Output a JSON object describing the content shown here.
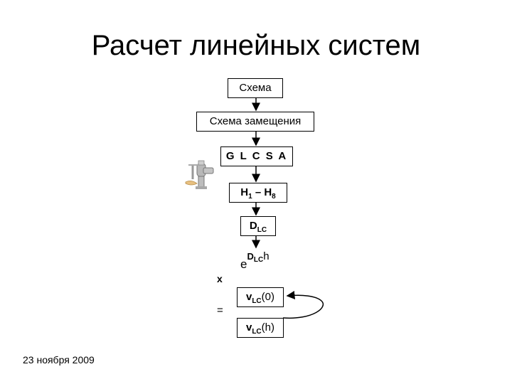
{
  "title": "Расчет линейных систем",
  "date": "23 ноября 2009",
  "diagram": {
    "box_scheme": "Схема",
    "box_equivalent": "Схема замещения",
    "box_glcsa": "G L C S A",
    "box_h": {
      "main": "H",
      "sub1": "1",
      "dash": " – H",
      "sub2": "8"
    },
    "box_dlc": {
      "main": "D",
      "sub": "LC"
    },
    "exp": {
      "base": "e",
      "sup_main": "D",
      "sup_sub": "LC",
      "sup_tail": "h"
    },
    "box_v0": {
      "main": "v",
      "sub": "LC",
      "tail": "(0)"
    },
    "box_vh": {
      "main": "v",
      "sub": "LC",
      "tail": "(h)"
    },
    "times_sign": "x",
    "equals_sign": "="
  }
}
